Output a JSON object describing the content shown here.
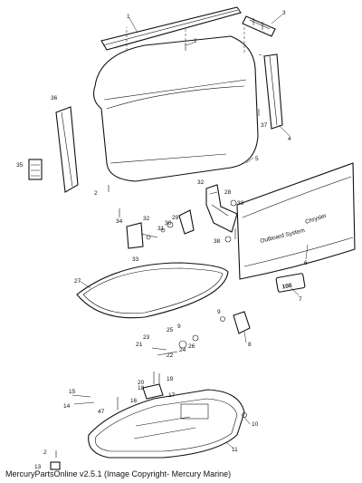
{
  "caption": "MercuryPartsOnline v2.5.1 (Image Copyright- Mercury Marine)",
  "decal_text": {
    "brand": "Chrysler",
    "model_text": "Outboard System",
    "horsepower": "100"
  },
  "callouts": [
    "1",
    "2",
    "3",
    "4",
    "5",
    "6",
    "7",
    "8",
    "9",
    "10",
    "11",
    "13",
    "14",
    "15",
    "16",
    "17",
    "18",
    "19",
    "20",
    "21",
    "22",
    "23",
    "24",
    "25",
    "26",
    "27",
    "28",
    "29",
    "30",
    "31",
    "32",
    "32",
    "33",
    "34",
    "35",
    "36",
    "37",
    "38",
    "38",
    "47",
    "2",
    "2",
    "9"
  ]
}
